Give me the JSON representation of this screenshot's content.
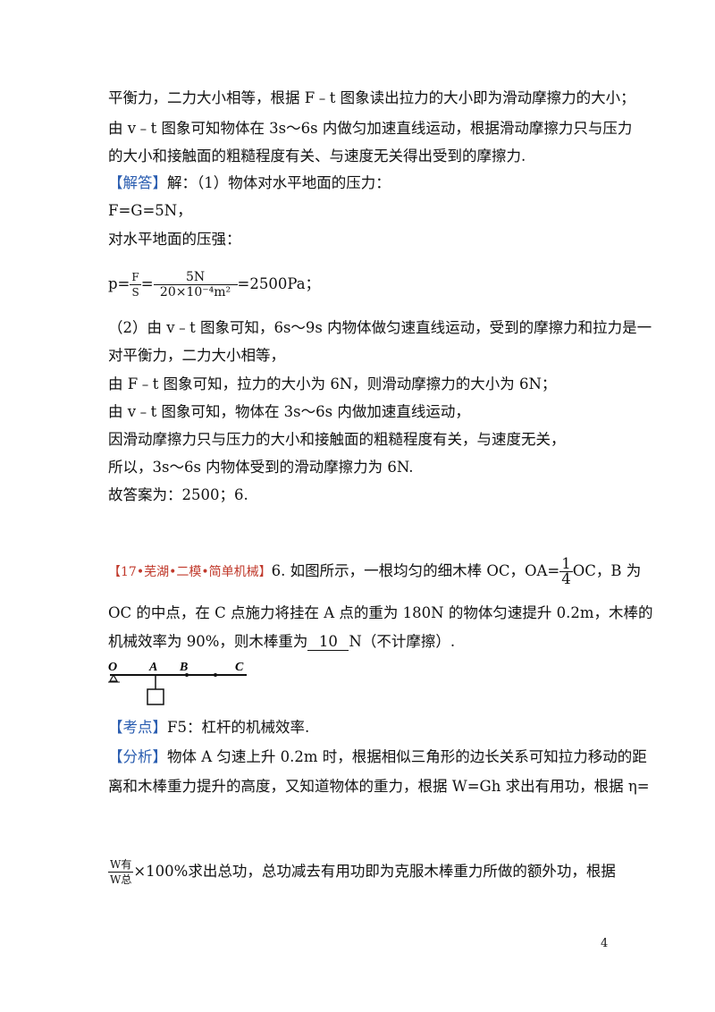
{
  "lines": {
    "l1": "平衡力，二力大小相等，根据 F﹣t 图象读出拉力的大小即为滑动摩擦力的大小；",
    "l2": "由 v﹣t 图象可知物体在 3s～6s 内做匀加速直线运动，根据滑动摩擦力只与压力",
    "l3": "的大小和接触面的粗糙程度有关、与速度无关得出受到的摩擦力.",
    "l4_tag": "【解答】",
    "l4_rest": "解：（1）物体对水平地面的压力：",
    "l5": "F=G=5N，",
    "l6": "对水平地面的压强：",
    "l7_pre": "p=",
    "l7_f_num": "F",
    "l7_f_den": "S",
    "l7_eq": "=",
    "l7_num": "5N",
    "l7_den": "20×10⁻⁴m²",
    "l7_post": "=2500Pa；",
    "l8": "（2）由 v﹣t 图象可知，6s～9s 内物体做匀速直线运动，受到的摩擦力和拉力是一",
    "l9": "对平衡力，二力大小相等，",
    "l10": "由 F﹣t 图象可知，拉力的大小为 6N，则滑动摩擦力的大小为 6N；",
    "l11": "由 v﹣t 图象可知，物体在 3s～6s 内做加速直线运动，",
    "l12": "因滑动摩擦力只与压力的大小和接触面的粗糙程度有关，与速度无关，",
    "l13": "所以，3s～6s 内物体受到的滑动摩擦力为 6N.",
    "l14": "故答案为：2500；6.",
    "q_tag": "【17•芜湖•二模•简单机械】",
    "q_text1": "6. 如图所示，一根均匀的细木棒 OC，OA=",
    "q_frac_num": "1",
    "q_frac_den": "4",
    "q_text2": "OC，B 为",
    "q_l2": "OC 的中点，在 C 点施力将挂在 A 点的重为 180N 的物体匀速提升 0.2m，木棒的",
    "q_l3_pre": "机械效率为 90%，则木棒重为",
    "q_l3_blank": "10",
    "q_l3_post": "N（不计摩擦）.",
    "kd_tag": "【考点】",
    "kd_text": "F5：杠杆的机械效率.",
    "fx_tag": "【分析】",
    "fx_text": "物体 A 匀速上升 0.2m 时，根据相似三角形的边长关系可知拉力移动的距",
    "fx_l2": "离和木棒重力提升的高度，又知道物体的重力，根据 W=Gh 求出有用功，根据 η=",
    "fx_frac_num": "W有",
    "fx_frac_den": "W总",
    "fx_l3": "×100%求出总功，总功减去有用功即为克服木棒重力所做的额外功，根据"
  },
  "diagram": {
    "labels": [
      "O",
      "A",
      "B",
      "C"
    ]
  },
  "page_number": "4"
}
